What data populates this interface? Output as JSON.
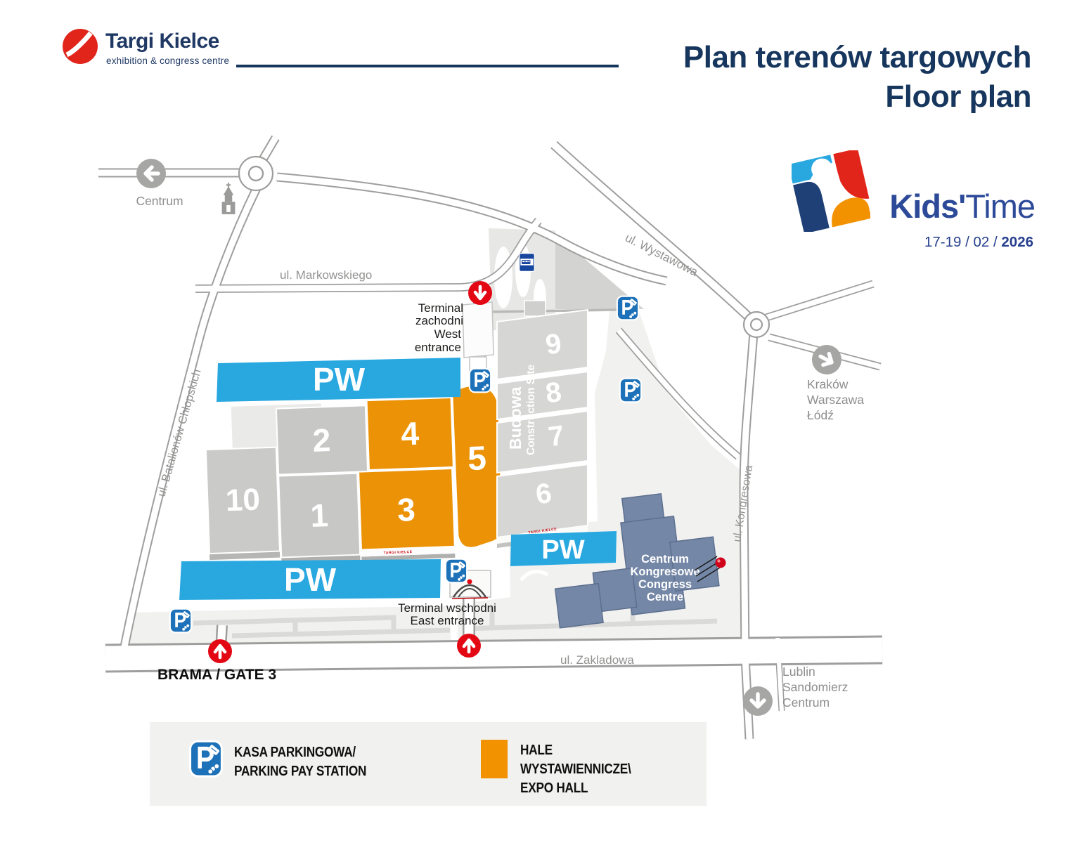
{
  "header": {
    "brand": {
      "name": "Targi Kielce",
      "tagline": "exhibition & congress centre"
    },
    "title": {
      "line1": "Plan terenów targowych",
      "line2": "Floor plan"
    }
  },
  "event": {
    "brand_bold": "Kids'",
    "brand_light": "Time",
    "date": "17-19 / 02 /",
    "year": "2026"
  },
  "map": {
    "streets": {
      "markowskiego": "ul. Markowskiego",
      "wystawowa": "ul. Wystawowa",
      "batalionow": "ul. Batalionów Chłopskich",
      "kongresowa": "ul. Kongresowa",
      "zakladowa": "ul. Zakladowa"
    },
    "directions": {
      "centrum": "Centrum",
      "krakow": {
        "line1": "Kraków",
        "line2": "Warszawa",
        "line3": "Łódź"
      },
      "lublin": {
        "line1": "Lublin",
        "line2": "Sandomierz",
        "line3": "Centrum"
      }
    },
    "halls": {
      "h1": "1",
      "h2": "2",
      "h3": "3",
      "h4": "4",
      "h5": "5",
      "h6": "6",
      "h7": "7",
      "h8": "8",
      "h9": "9",
      "h10": "10"
    },
    "pw": "PW",
    "construction": {
      "line1": "Budowa",
      "line2": "Construction Site"
    },
    "congress": {
      "line1": "Centrum",
      "line2": "Kongresowe",
      "line3": "Congress",
      "line4": "Centre"
    },
    "terminals": {
      "west": {
        "line1": "Terminal",
        "line2": "zachodni",
        "line3": "West",
        "line4": "entrance"
      },
      "east": {
        "line1": "Terminal wschodni",
        "line2": "East entrance"
      }
    },
    "gate": "BRAMA / GATE 3",
    "hall_footer": "TARGI KIELCE"
  },
  "legend": {
    "parking": {
      "line1": "KASA PARKINGOWA/",
      "line2": "PARKING PAY STATION"
    },
    "expo": {
      "line1": "HALE",
      "line2": "WYSTAWIENNICZE\\",
      "line3": "EXPO HALL"
    }
  },
  "icons": {
    "parking": "parking-pay-icon",
    "bus": "bus-stop-icon",
    "church": "church-icon"
  },
  "colors": {
    "navy": "#17365D",
    "blue_text": "#2D4A99",
    "brand_red": "#E1251B",
    "pw_cyan": "#29A8E0",
    "expo_orange": "#EC9206",
    "parking_blue": "#1D71B8",
    "arrow_red": "#E30613",
    "gray_arrow": "#A6A6A5",
    "road_gray": "#9E9E9D",
    "hall_gray": "#C8C8C7",
    "construction_gray": "#D6D6D5",
    "congress_blue": "#7487A6",
    "ground_gray": "#F1F1F0"
  }
}
